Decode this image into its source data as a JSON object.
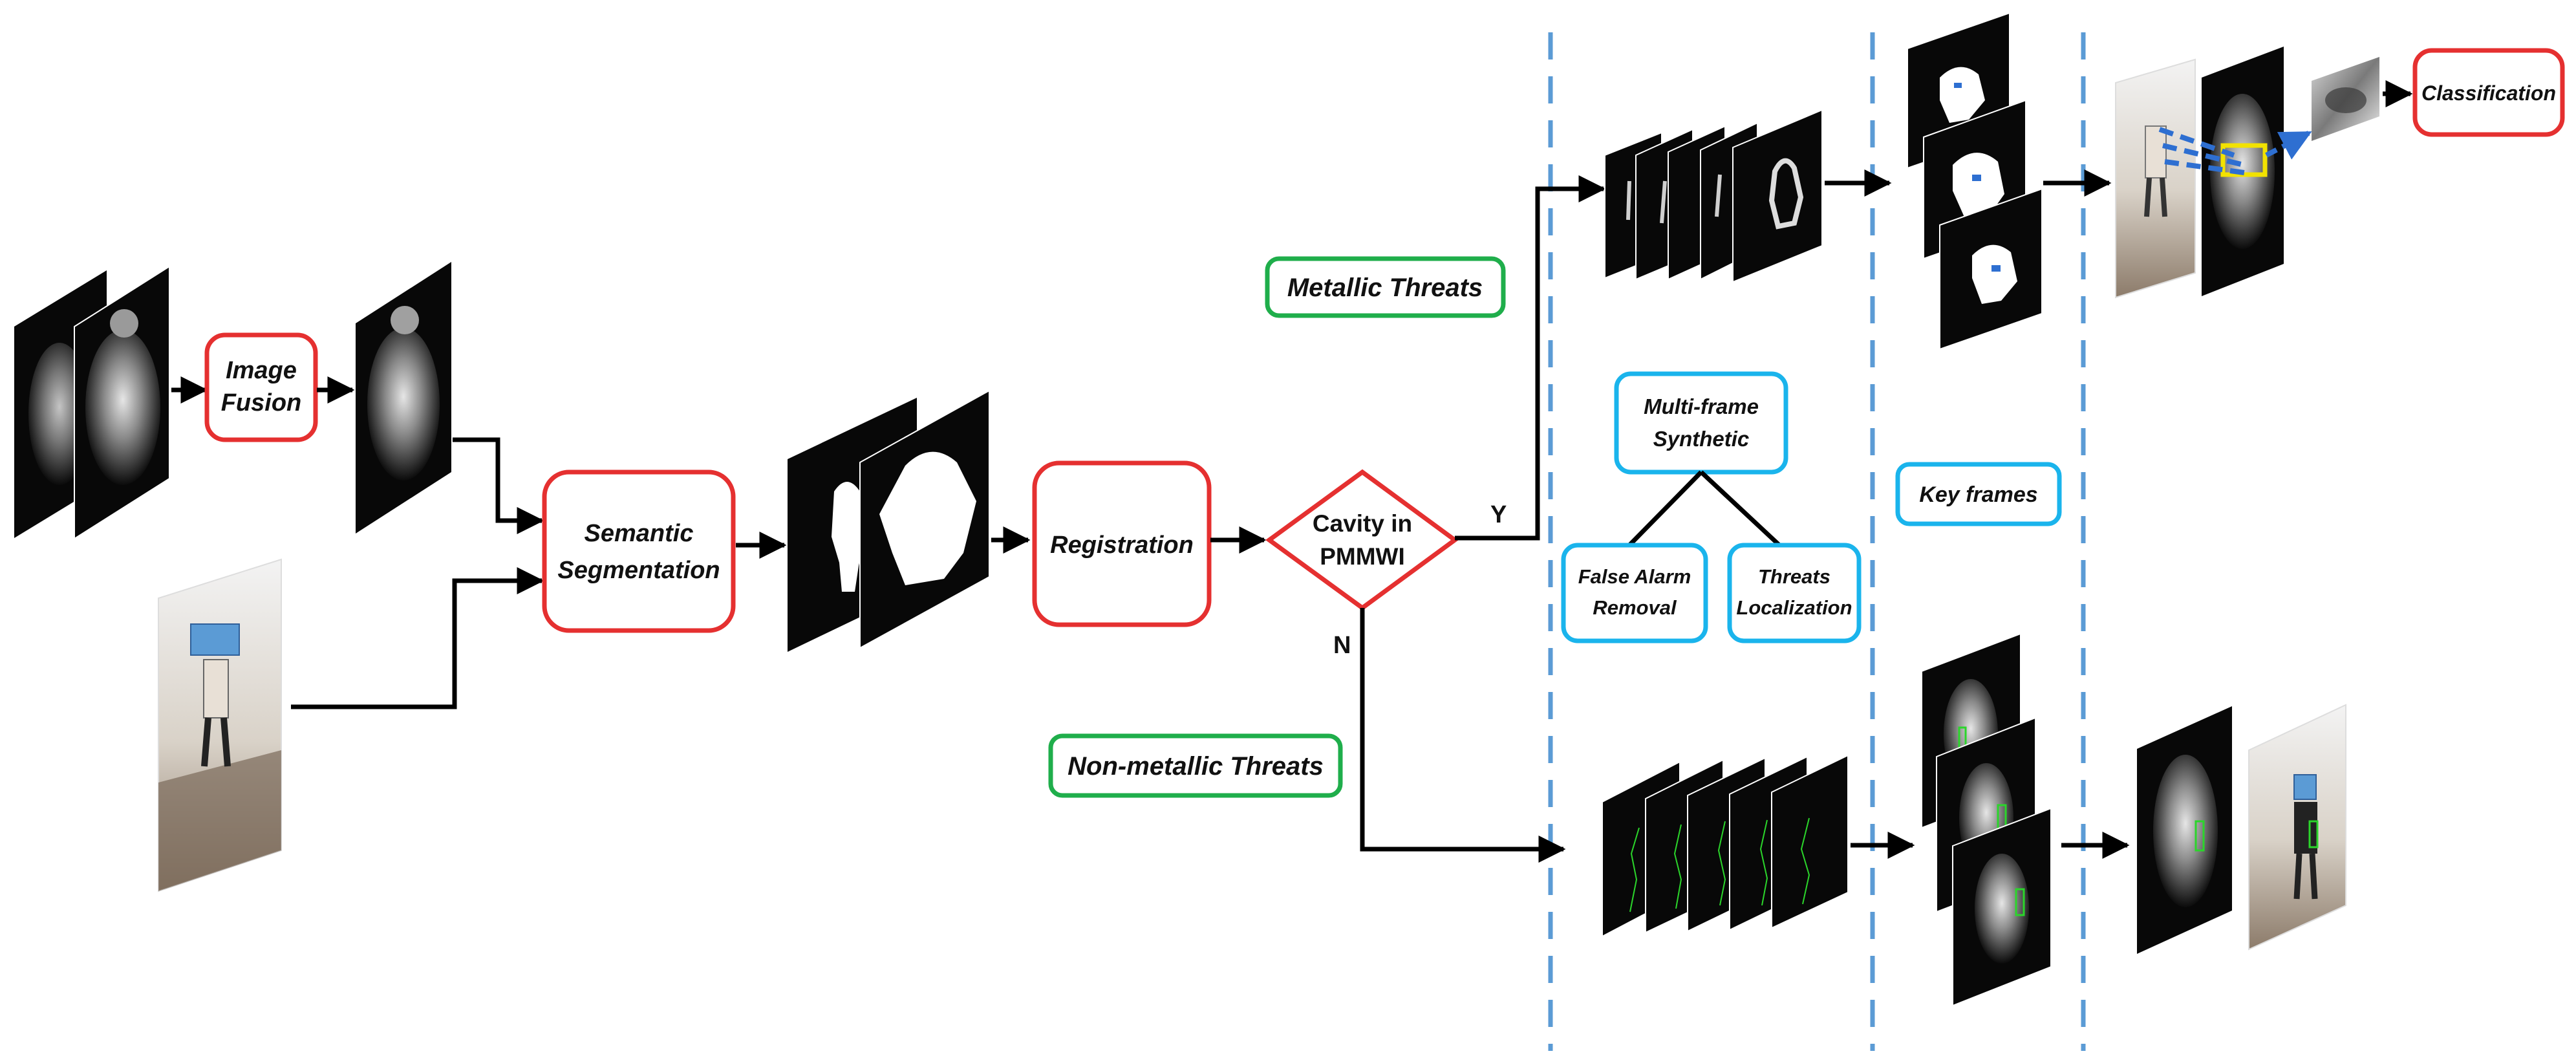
{
  "nodes": {
    "image_fusion": [
      "Image",
      "Fusion"
    ],
    "semantic_segmentation": [
      "Semantic",
      "Segmentation"
    ],
    "registration": "Registration",
    "cavity": [
      "Cavity in",
      "PMMWI"
    ],
    "metallic_threats": "Metallic Threats",
    "non_metallic_threats": "Non-metallic Threats",
    "multi_frame": [
      "Multi-frame",
      "Synthetic"
    ],
    "false_alarm": [
      "False Alarm",
      "Removal"
    ],
    "threats_localization": [
      "Threats",
      "Localization"
    ],
    "key_frames": "Key frames",
    "classification": "Classification"
  },
  "branch_labels": {
    "yes": "Y",
    "no": "N"
  },
  "icons": [
    "pmmw-image-icon",
    "visible-image-icon",
    "segmentation-mask-icon",
    "frame-sequence-icon",
    "key-frame-icon",
    "threat-patch-icon"
  ],
  "colors": {
    "process_border": "#e53030",
    "threat_label_border": "#1fae4b",
    "step_border": "#1ab4ec",
    "stage_divider": "#5b9bd5",
    "detection_box": "#f2e200",
    "metallic_marker": "#2e6fd1",
    "nonmetallic_marker": "#2bd52b",
    "face_mask": "#5b9bd5"
  }
}
